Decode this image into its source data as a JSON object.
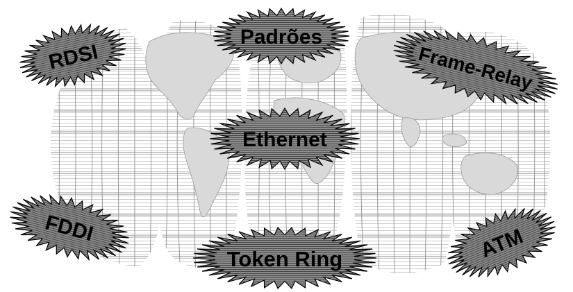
{
  "colors": {
    "background": "#ffffff",
    "land": "#d9d9d9",
    "graticule": "#9a9a9a",
    "burst_fill": "#8c8c8c",
    "burst_hatch": "#3c3c3c",
    "label": "#000000"
  },
  "map": {
    "name": "world-map-interrupted-projection"
  },
  "labels": [
    {
      "id": "rdsi",
      "text": "RDSI"
    },
    {
      "id": "padroes",
      "text": "Padrões"
    },
    {
      "id": "frame-relay",
      "text": "Frame-Relay"
    },
    {
      "id": "ethernet",
      "text": "Ethernet"
    },
    {
      "id": "fddi",
      "text": "FDDI"
    },
    {
      "id": "token-ring",
      "text": "Token Ring"
    },
    {
      "id": "atm",
      "text": "ATM"
    }
  ]
}
